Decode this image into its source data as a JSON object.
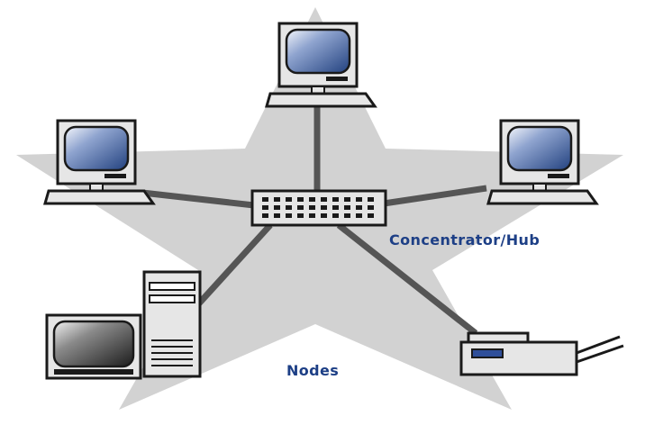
{
  "labels": {
    "hub": "Concentrator/Hub",
    "nodes": "Nodes"
  },
  "colors": {
    "star": "#d2d2d2",
    "cable": "#555555",
    "device_body": "#e6e6e6",
    "device_outline": "#1a1a1a",
    "screen_blue": "#2f4f9a",
    "label": "#1d3f86"
  },
  "icons": [
    "star-shape",
    "hub-icon",
    "computer-icon",
    "tower-computer-icon",
    "printer-icon"
  ]
}
